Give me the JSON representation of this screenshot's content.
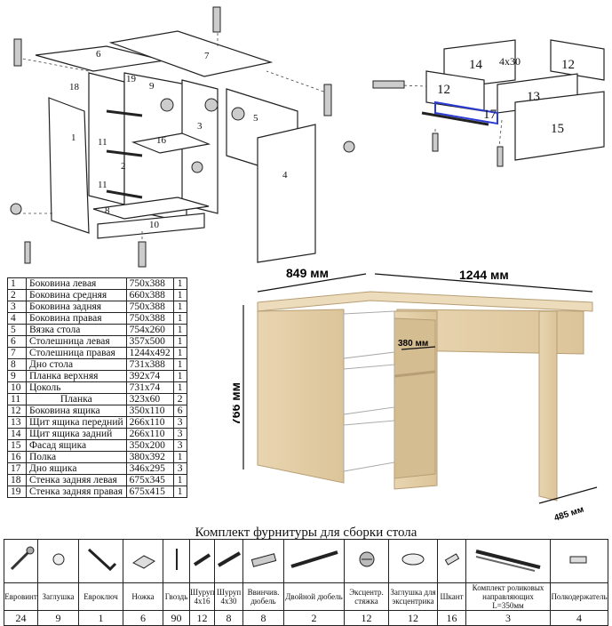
{
  "exploded_labels": {
    "p1": "1",
    "p2": "2",
    "p3": "3",
    "p4": "4",
    "p5": "5",
    "p6": "6",
    "p7": "7",
    "p8": "8",
    "p9": "9",
    "p10": "10",
    "p11a": "11",
    "p11b": "11",
    "p16": "16",
    "p18": "18",
    "p19": "19",
    "d12a": "12",
    "d12b": "12",
    "d13": "13",
    "d14": "14",
    "d15": "15",
    "d17": "17",
    "screw": "4x30"
  },
  "dimensions": {
    "depth": "849 мм",
    "width": "1244 мм",
    "height": "766 мм",
    "shelf": "380 мм",
    "side": "485 мм"
  },
  "parts": [
    {
      "n": "1",
      "name": "Боковина левая",
      "size": "750x388",
      "qty": "1"
    },
    {
      "n": "2",
      "name": "Боковина средняя",
      "size": "660x388",
      "qty": "1"
    },
    {
      "n": "3",
      "name": "Боковина задняя",
      "size": "750x388",
      "qty": "1"
    },
    {
      "n": "4",
      "name": "Боковина правая",
      "size": "750x388",
      "qty": "1"
    },
    {
      "n": "5",
      "name": "Вязка стола",
      "size": "754x260",
      "qty": "1"
    },
    {
      "n": "6",
      "name": "Столешница левая",
      "size": "357x500",
      "qty": "1"
    },
    {
      "n": "7",
      "name": "Столешница правая",
      "size": "1244x492",
      "qty": "1"
    },
    {
      "n": "8",
      "name": "Дно стола",
      "size": "731x388",
      "qty": "1"
    },
    {
      "n": "9",
      "name": "Планка верхняя",
      "size": "392x74",
      "qty": "1"
    },
    {
      "n": "10",
      "name": "Цоколь",
      "size": "731x74",
      "qty": "1"
    },
    {
      "n": "11",
      "name": "Планка",
      "size": "323x60",
      "qty": "2"
    },
    {
      "n": "12",
      "name": "Боковина ящика",
      "size": "350x110",
      "qty": "6"
    },
    {
      "n": "13",
      "name": "Щит ящика передний",
      "size": "266x110",
      "qty": "3"
    },
    {
      "n": "14",
      "name": "Щит ящика задний",
      "size": "266x110",
      "qty": "3"
    },
    {
      "n": "15",
      "name": "Фасад ящика",
      "size": "350x200",
      "qty": "3"
    },
    {
      "n": "16",
      "name": "Полка",
      "size": "380x392",
      "qty": "1"
    },
    {
      "n": "17",
      "name": "Дно ящика",
      "size": "346x295",
      "qty": "3"
    },
    {
      "n": "18",
      "name": "Стенка задняя левая",
      "size": "675x345",
      "qty": "1"
    },
    {
      "n": "19",
      "name": "Стенка задняя правая",
      "size": "675x415",
      "qty": "1"
    }
  ],
  "hardware_title": "Комплект фурнитуры для сборки стола",
  "hardware": [
    {
      "name": "Евровинт",
      "qty": "24",
      "icon": "eurovint-icon"
    },
    {
      "name": "Заглушка",
      "qty": "9",
      "icon": "cap-icon"
    },
    {
      "name": "Евроключ",
      "qty": "1",
      "icon": "hex-key-icon"
    },
    {
      "name": "Ножка",
      "qty": "6",
      "icon": "foot-icon"
    },
    {
      "name": "Гвоздь",
      "qty": "90",
      "icon": "nail-icon"
    },
    {
      "name": "Шуруп 4x16",
      "qty": "12",
      "icon": "screw-short-icon"
    },
    {
      "name": "Шуруп 4x30",
      "qty": "8",
      "icon": "screw-long-icon"
    },
    {
      "name": "Ввинчив. дюбель",
      "qty": "8",
      "icon": "dowel-icon"
    },
    {
      "name": "Двойной дюбель",
      "qty": "2",
      "icon": "double-dowel-icon"
    },
    {
      "name": "Эксцентр. стяжка",
      "qty": "12",
      "icon": "cam-lock-icon"
    },
    {
      "name": "Заглушка для эксцентрика",
      "qty": "12",
      "icon": "cam-cap-icon"
    },
    {
      "name": "Шкант",
      "qty": "16",
      "icon": "wood-dowel-icon"
    },
    {
      "name": "Комплект роликовых направляющих L=350мм",
      "qty": "3",
      "icon": "drawer-slide-icon"
    },
    {
      "name": "Полкодержатель",
      "qty": "4",
      "icon": "shelf-pin-icon"
    }
  ]
}
